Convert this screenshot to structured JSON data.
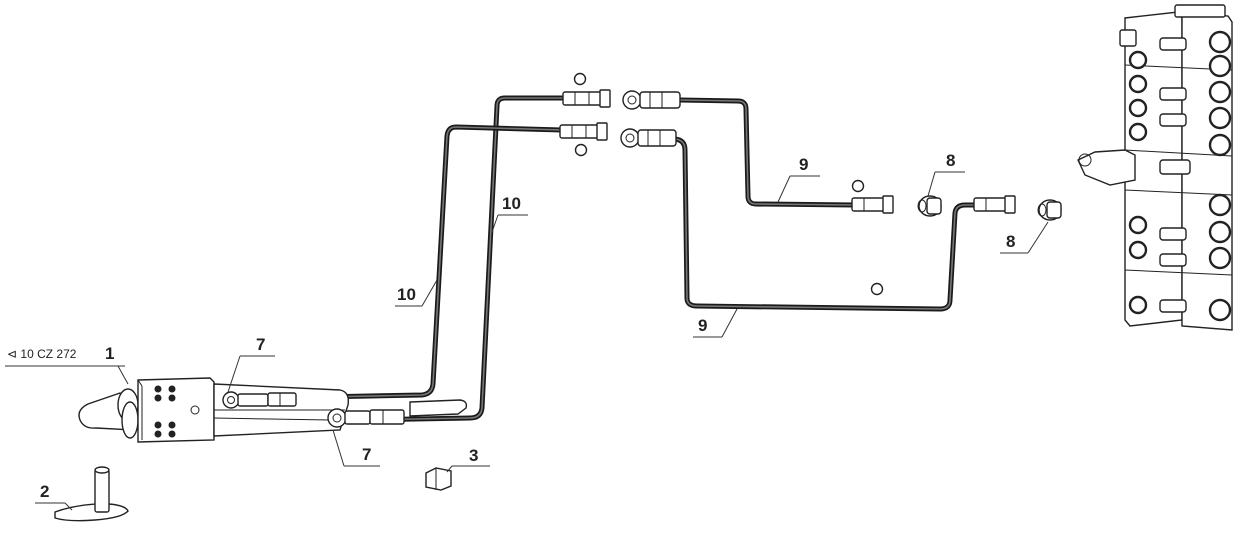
{
  "spec_label": "⊲ 10 CZ 272",
  "callouts": {
    "c1": "1",
    "c2": "2",
    "c3": "3",
    "c7a": "7",
    "c7b": "7",
    "c8a": "8",
    "c8b": "8",
    "c9a": "9",
    "c9b": "9",
    "c10a": "10",
    "c10b": "10"
  }
}
